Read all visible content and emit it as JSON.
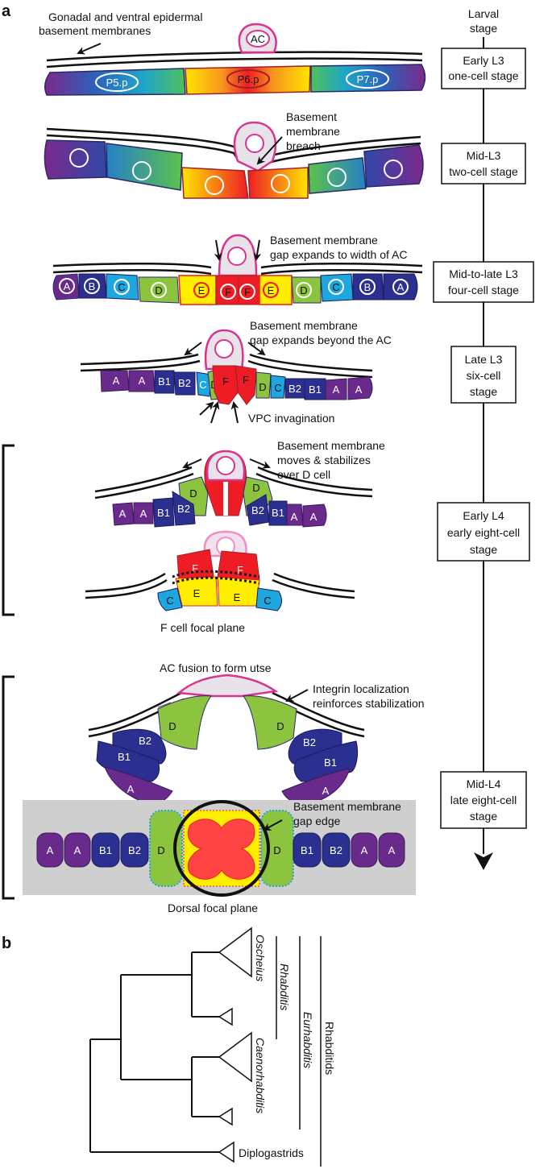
{
  "panel_a": "a",
  "panel_b": "b",
  "timeline": {
    "header_line1": "Larval",
    "header_line2": "stage",
    "stages": [
      {
        "l1": "Early L3",
        "l2": "one-cell stage",
        "l3": ""
      },
      {
        "l1": "Mid-L3",
        "l2": "two-cell stage",
        "l3": ""
      },
      {
        "l1": "Mid-to-late L3",
        "l2": "four-cell stage",
        "l3": ""
      },
      {
        "l1": "Late L3",
        "l2": "six-cell",
        "l3": "stage"
      },
      {
        "l1": "Early L4",
        "l2": "early eight-cell",
        "l3": "stage"
      },
      {
        "l1": "Mid-L4",
        "l2": "late eight-cell",
        "l3": "stage"
      }
    ]
  },
  "annotations": {
    "bm_1": "Gonadal and ventral epidermal",
    "bm_2": "basement membranes",
    "breach_1": "Basement",
    "breach_2": "membrane",
    "breach_3": "breach",
    "gap_ac_1": "Basement membrane",
    "gap_ac_2": "gap expands to width of AC",
    "gap_beyond_1": "Basement membrane",
    "gap_beyond_2": "gap expands beyond the AC",
    "vpc": "VPC invagination",
    "moves_1": "Basement membrane",
    "moves_2": "moves & stabilizes",
    "moves_3": "over D cell",
    "f_plane": "F cell focal plane",
    "fusion": "AC fusion to form utse",
    "integrin_1": "Integrin localization",
    "integrin_2": "reinforces stabilization",
    "gapedge_1": "Basement membrane",
    "gapedge_2": "gap edge",
    "dorsal": "Dorsal focal plane"
  },
  "cells": {
    "AC": "AC",
    "P5": "P5.p",
    "P6": "P6.p",
    "P7": "P7.p",
    "A": "A",
    "B": "B",
    "B1": "B1",
    "B2": "B2",
    "C": "C",
    "D": "D",
    "E": "E",
    "F": "F"
  },
  "tree": {
    "oscheius": "Oscheius",
    "caenorhabditis": "Caenorhabditis",
    "diplogastrids": "Diplogastrids",
    "rhabditis": "Rhabditis",
    "eurhabditis": "Eurhabditis",
    "rhabditids": "Rhabditids"
  },
  "colors": {
    "A": "#6a2a8c",
    "B": "#2b2f8f",
    "C": "#1ea6df",
    "D": "#8cc43f",
    "E": "#ffee00",
    "F": "#ee1c24",
    "AC_fill": "#e8e3e8",
    "AC_stroke": "#d9338f",
    "background_panel": "#cfcfcf"
  }
}
